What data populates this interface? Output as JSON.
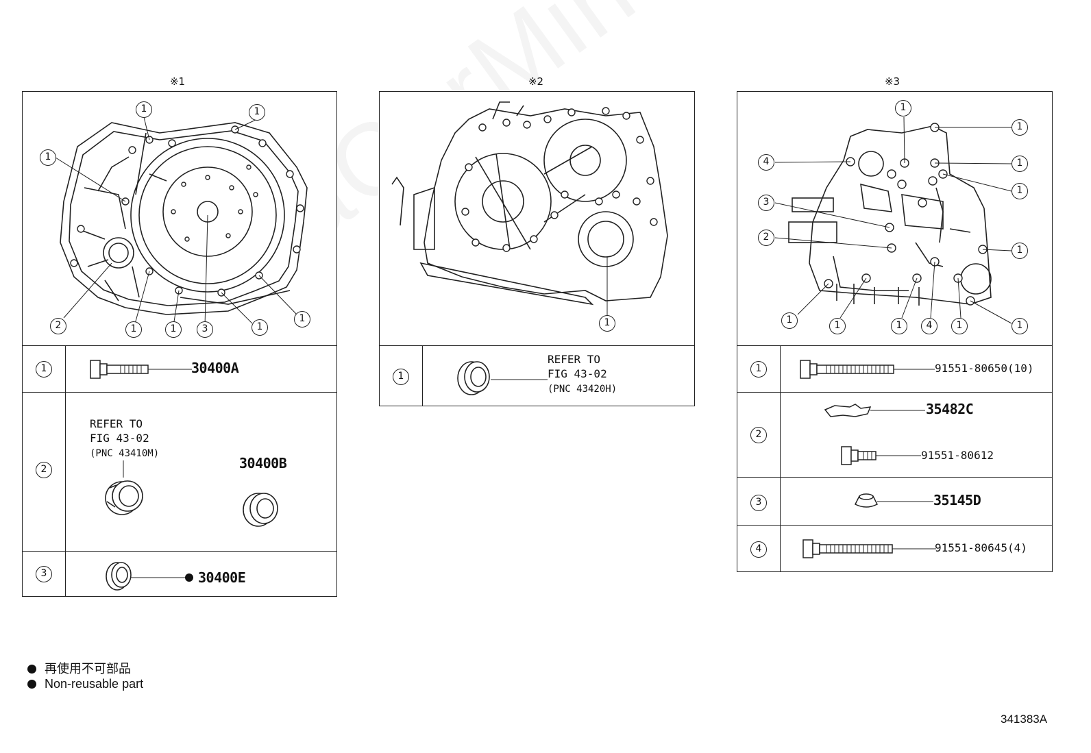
{
  "sections": [
    {
      "mark": "※1",
      "table": [
        {
          "no": "1",
          "parts": [
            "30400A"
          ]
        },
        {
          "no": "2",
          "parts": [
            "30400B"
          ],
          "ref": [
            "REFER TO",
            "FIG 43-02",
            "(PNC 43410M)"
          ]
        },
        {
          "no": "3",
          "parts": [
            "30400E"
          ],
          "non_reusable": true
        }
      ],
      "callouts": [
        "1",
        "1",
        "1",
        "2",
        "1",
        "1",
        "3",
        "1",
        "1"
      ]
    },
    {
      "mark": "※2",
      "table": [
        {
          "no": "1",
          "ref": [
            "REFER TO",
            "FIG 43-02",
            "(PNC 43420H)"
          ]
        }
      ],
      "callouts": [
        "1"
      ]
    },
    {
      "mark": "※3",
      "table": [
        {
          "no": "1",
          "parts": [
            "91551-80650(10)"
          ]
        },
        {
          "no": "2",
          "parts": [
            "35482C",
            "91551-80612"
          ]
        },
        {
          "no": "3",
          "parts": [
            "35145D"
          ]
        },
        {
          "no": "4",
          "parts": [
            "91551-80645(4)"
          ]
        }
      ],
      "callouts": [
        "1",
        "1",
        "4",
        "1",
        "3",
        "1",
        "2",
        "1",
        "1",
        "1",
        "1",
        "4",
        "1",
        "1"
      ]
    }
  ],
  "legend": {
    "ja": "再使用不可部品",
    "en": "Non-reusable part"
  },
  "figure_id": "341383A",
  "watermark": "ToyotaCarMine.ru"
}
